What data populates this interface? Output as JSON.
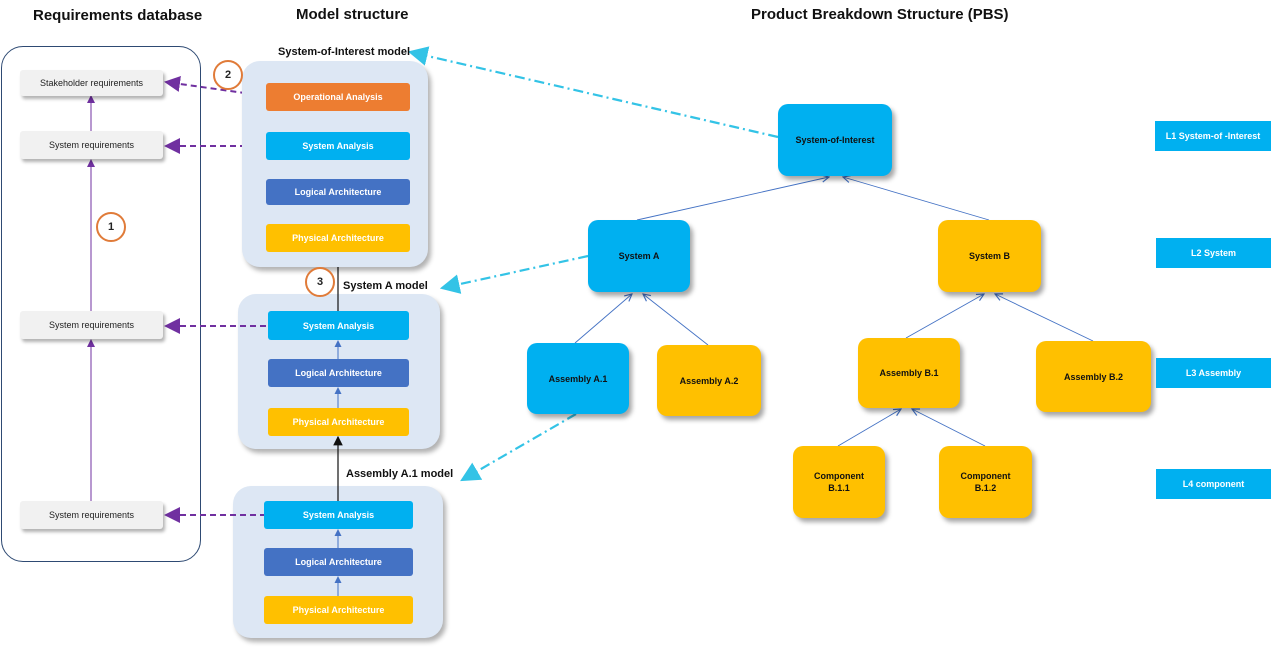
{
  "headers": {
    "requirements": "Requirements database",
    "model_structure": "Model structure",
    "pbs": "Product Breakdown Structure (PBS)"
  },
  "requirements": {
    "stakeholder": "Stakeholder requirements",
    "system_1": "System requirements",
    "system_2": "System requirements",
    "system_3": "System requirements"
  },
  "models": {
    "soi": {
      "title": "System-of-Interest model",
      "layers": [
        "Operational Analysis",
        "System Analysis",
        "Logical Architecture",
        "Physical Architecture"
      ]
    },
    "system_a": {
      "title": "System A model",
      "layers": [
        "System Analysis",
        "Logical Architecture",
        "Physical Architecture"
      ]
    },
    "assembly_a1": {
      "title": "Assembly A.1 model",
      "layers": [
        "System Analysis",
        "Logical Architecture",
        "Physical Architecture"
      ]
    }
  },
  "pbs_nodes": {
    "soi": "System-of-Interest",
    "system_a": "System A",
    "system_b": "System B",
    "assembly_a1": "Assembly A.1",
    "assembly_a2": "Assembly A.2",
    "assembly_b1": "Assembly B.1",
    "assembly_b2": "Assembly B.2",
    "component_b11": "Component\nB.1.1",
    "component_b12": "Component\nB.1.2"
  },
  "levels": [
    "L1 System-of -Interest",
    "L2 System",
    "L3 Assembly",
    "L4 component"
  ],
  "callouts": [
    "1",
    "2",
    "3"
  ],
  "colors": {
    "operational": "#ed7d31",
    "system_analysis": "#00b0f0",
    "logical": "#4472c4",
    "physical": "#ffc000",
    "trace_arrow": "#7030a0",
    "pbs_link": "#4472c4",
    "pbs_model_link": "#33c3e6"
  }
}
